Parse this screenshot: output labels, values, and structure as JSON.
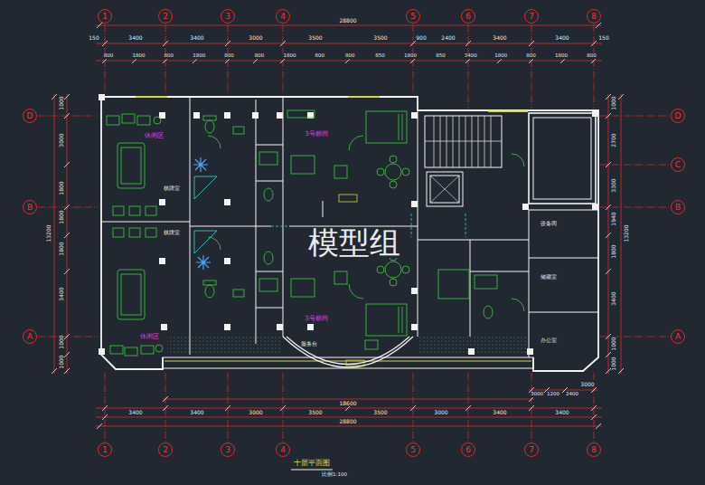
{
  "diagram": {
    "title": "十层平面图",
    "nodes": [
      {
        "text": [
          "1"
        ]
      },
      {
        "text": [
          "2"
        ]
      },
      {
        "text": [
          "3"
        ]
      },
      {
        "text": [
          "4"
        ]
      },
      {
        "text": [
          "5"
        ]
      },
      {
        "text": [
          "6"
        ]
      },
      {
        "text": [
          "7"
        ]
      },
      {
        "text": [
          "8"
        ]
      },
      {
        "text": [
          "D"
        ]
      },
      {
        "text": [
          "B"
        ]
      },
      {
        "text": [
          "A"
        ]
      },
      {
        "text": [
          "D"
        ]
      },
      {
        "text": [
          "C"
        ]
      },
      {
        "text": [
          "B"
        ]
      },
      {
        "text": [
          "A"
        ]
      },
      {
        "text": [
          "1"
        ]
      },
      {
        "text": [
          "2"
        ]
      },
      {
        "text": [
          "3"
        ]
      },
      {
        "text": [
          "4"
        ]
      },
      {
        "text": [
          "5"
        ]
      },
      {
        "text": [
          "6"
        ]
      },
      {
        "text": [
          "7"
        ]
      },
      {
        "text": [
          "8"
        ]
      }
    ],
    "labels": [
      "28800",
      "150",
      "3400",
      "3400",
      "3000",
      "3500",
      "3500",
      "900",
      "2400",
      "3400",
      "3400",
      "150",
      "800",
      "1800",
      "800",
      "1800",
      "800",
      "800",
      "1800",
      "600",
      "800",
      "850",
      "1800",
      "850",
      "3400",
      "1800",
      "800",
      "1800",
      "800",
      "1000",
      "3000",
      "1800",
      "1800",
      "1800",
      "3400",
      "1000",
      "1000",
      "13200",
      "1000",
      "2700",
      "3300",
      "1940",
      "1800",
      "3400",
      "1000",
      "1000",
      "13200",
      "3000",
      "1200",
      "2400",
      "3000",
      "18600",
      "3400",
      "3400",
      "3000",
      "3500",
      "3500",
      "3000",
      "3400",
      "3400",
      "28800",
      "3号标间",
      "3号标间",
      "休闲区",
      "休闲区",
      "棋牌室",
      "棋牌室",
      "设备间",
      "储藏室",
      "办公室",
      "服务台",
      "模型组",
      "比例1:100"
    ]
  }
}
